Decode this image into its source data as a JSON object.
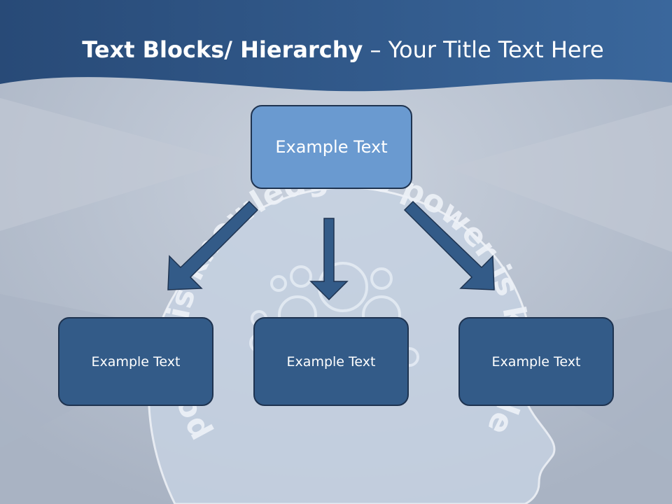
{
  "slide": {
    "title_bold": "Text Blocks/ Hierarchy",
    "title_rest": " – Your Title Text Here",
    "background_motto": "power is knowledge is power is knowledge",
    "colors": {
      "header": "#2e5283",
      "background": "#b9c2d0",
      "top_box": "#6a9ad0",
      "child_box": "#335b88",
      "arrow": "#335b88"
    }
  },
  "diagram": {
    "top": {
      "label": "Example Text"
    },
    "children": [
      {
        "label": "Example Text"
      },
      {
        "label": "Example Text"
      },
      {
        "label": "Example Text"
      }
    ]
  }
}
